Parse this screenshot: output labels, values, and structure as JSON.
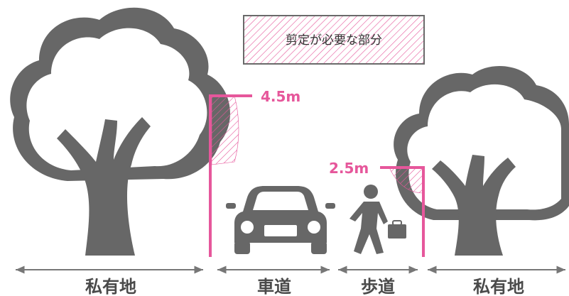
{
  "legend": {
    "label": "剪定が必要な部分"
  },
  "heights": {
    "road": "4.5m",
    "sidewalk": "2.5m"
  },
  "zones": {
    "private_left": "私有地",
    "road": "車道",
    "sidewalk": "歩道",
    "private_right": "私有地"
  },
  "colors": {
    "tree": "#676767",
    "accent": "#e6579b",
    "arrow": "#777777",
    "hatch": "#e6579b"
  }
}
